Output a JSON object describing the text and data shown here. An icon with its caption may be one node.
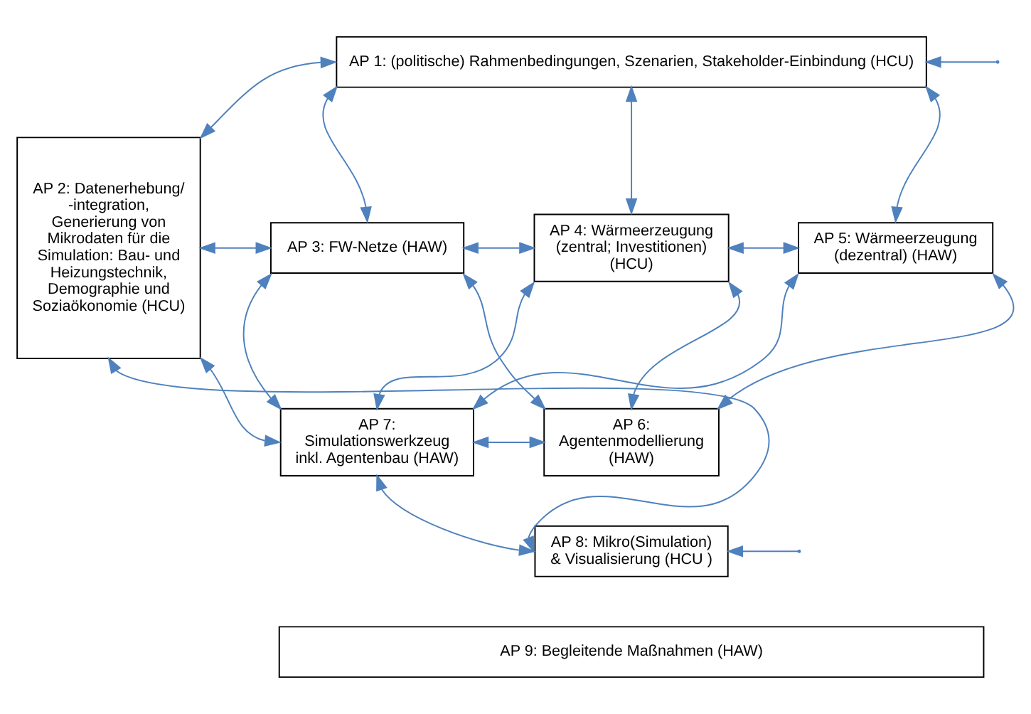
{
  "diagram": {
    "nodes": [
      {
        "text": [
          "AP 1: (politische) Rahmenbedingungen, Szenarien, Stakeholder-Einbindung (HCU)"
        ]
      },
      {
        "text": [
          "AP 2: Datenerhebung/ -integration, Generierung von Mikrodaten für die Simulation: Bau- und Heizungstechnik, Demographie und Soziaökonomie (HCU)"
        ]
      },
      {
        "text": [
          "AP 3: FW-Netze (HAW)"
        ]
      },
      {
        "text": [
          "AP 4: Wärmeerzeugung (zentral; Investitionen) (HCU)"
        ]
      },
      {
        "text": [
          "AP 5: Wärmeerzeugung (dezentral) (HAW)"
        ]
      },
      {
        "text": [
          "AP 7: Simulationswerkzeug inkl. Agentenbau (HAW)"
        ]
      },
      {
        "text": [
          "AP 6: Agentenmodellierung (HAW)"
        ]
      },
      {
        "text": [
          "AP 8: Mikro(Simulation) & Visualisierung (HCU )"
        ]
      },
      {
        "text": [
          "AP 9: Begleitende Maßnahmen (HAW)"
        ]
      }
    ],
    "edges": [
      {
        "from": 1,
        "to": 0,
        "arrow": "both"
      },
      {
        "from": 1,
        "to": 2,
        "arrow": "both"
      },
      {
        "from": 1,
        "to": 5,
        "arrow": "both"
      },
      {
        "from": 1,
        "to": 7,
        "arrow": "both"
      },
      {
        "from": 0,
        "to": 2,
        "arrow": "both"
      },
      {
        "from": 0,
        "to": 3,
        "arrow": "both"
      },
      {
        "from": 0,
        "to": 4,
        "arrow": "both"
      },
      {
        "from": 2,
        "to": 3,
        "arrow": "both"
      },
      {
        "from": 3,
        "to": 4,
        "arrow": "both"
      },
      {
        "from": 5,
        "to": 2,
        "arrow": "both"
      },
      {
        "from": 5,
        "to": 3,
        "arrow": "both"
      },
      {
        "from": 5,
        "to": 4,
        "arrow": "both"
      },
      {
        "from": 6,
        "to": 2,
        "arrow": "both"
      },
      {
        "from": 6,
        "to": 3,
        "arrow": "both"
      },
      {
        "from": 6,
        "to": 4,
        "arrow": "both"
      },
      {
        "from": 5,
        "to": 6,
        "arrow": "both"
      },
      {
        "from": 5,
        "to": 7,
        "arrow": "both"
      },
      {
        "from": null,
        "to": 0,
        "arrow": "to"
      },
      {
        "from": null,
        "to": 7,
        "arrow": "to"
      }
    ]
  }
}
